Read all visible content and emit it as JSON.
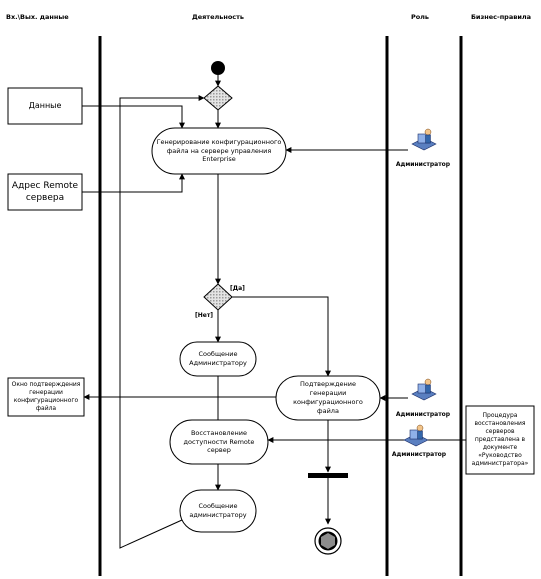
{
  "headers": {
    "inputs": "Вх.\\Вых. данные",
    "activity": "Деятельность",
    "role": "Роль",
    "business_rules": "Бизнес-правила"
  },
  "inputs": {
    "data": "Данные",
    "remote_address": "Адрес Remote сервера"
  },
  "outputs": {
    "confirmation_window": "Окно подтверждения генерации конфигурационного файла"
  },
  "activities": {
    "generate_config": "Генерирование конфигурационного файла на сервере управления Enterprise",
    "message_admin_1": "Сообщение Администратору",
    "confirm_generation": "Подтверждение генерации конфигурационного файла",
    "restore_access": "Восстановление доступности Remote сервер",
    "message_admin_2": "Сообщение администратору"
  },
  "guards": {
    "yes": "[Да]",
    "no": "[Нет]"
  },
  "roles": {
    "admin_1": "Администратор",
    "admin_2": "Администратор",
    "admin_3": "Администратор"
  },
  "rules": {
    "restore_procedure": "Процедура восстановления серверов представлена в документе «Руководство администратора»"
  }
}
